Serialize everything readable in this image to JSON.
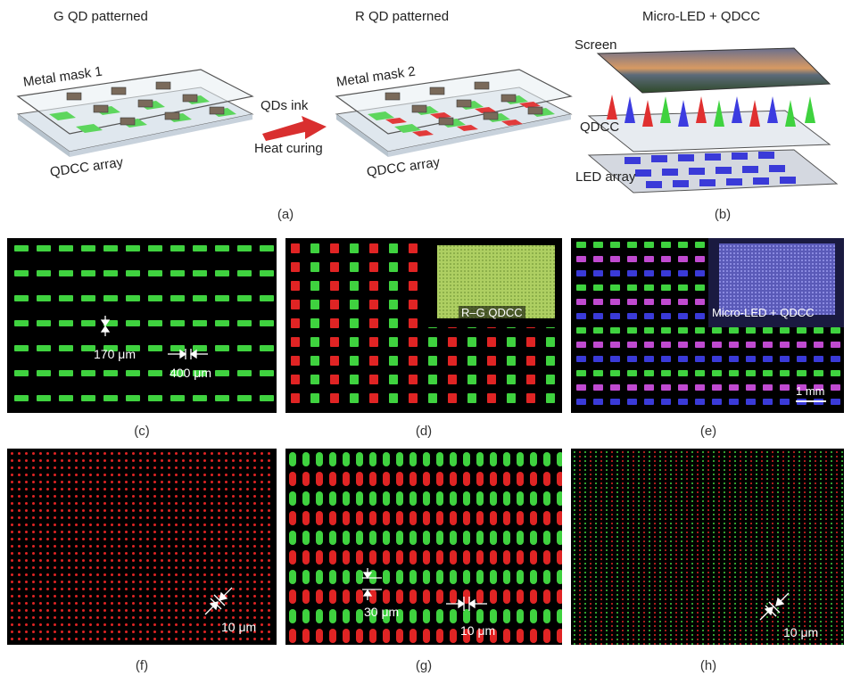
{
  "schematic": {
    "panel_a": {
      "title_left": "G QD patterned",
      "title_right": "R QD patterned",
      "mask1_label": "Metal mask 1",
      "mask2_label": "Metal mask 2",
      "array_label_left": "QDCC array",
      "array_label_right": "QDCC array",
      "process_line1": "QDs ink",
      "process_line2": "Heat curing",
      "caption": "(a)"
    },
    "panel_b": {
      "title": "Micro-LED + QDCC",
      "screen_label": "Screen",
      "qdcc_label": "QDCC",
      "led_label": "LED array",
      "caption": "(b)"
    }
  },
  "micrographs": {
    "c": {
      "caption": "(c)",
      "height_label": "170 μm",
      "pitch_label": "400 μm"
    },
    "d": {
      "caption": "(d)",
      "inset_label": "R–G QDCC"
    },
    "e": {
      "caption": "(e)",
      "inset_label": "Micro-LED + QDCC",
      "scale_label": "1 mm"
    },
    "f": {
      "caption": "(f)",
      "size_label": "10 μm"
    },
    "g": {
      "caption": "(g)",
      "height_label": "30 μm",
      "width_label": "10 μm"
    },
    "h": {
      "caption": "(h)",
      "size_label": "10 μm"
    }
  },
  "colors": {
    "green_qd": "#3fd23f",
    "red_qd": "#e02424",
    "blue_led": "#3a3ad8",
    "magenta": "#c04ad0"
  }
}
